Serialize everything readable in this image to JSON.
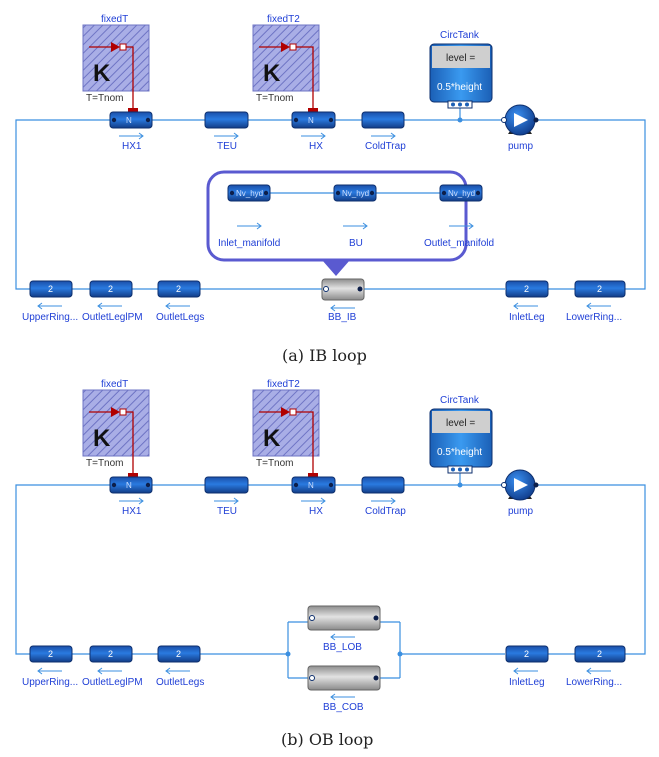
{
  "caption_a": "(a) IB loop",
  "caption_b": "(b) OB loop",
  "heat_sources": {
    "fixedT": "fixedT",
    "fixedT2": "fixedT2",
    "k_symbol": "K",
    "param": "T=Tnom"
  },
  "pipe_inner_n": "N",
  "tank": {
    "name": "CircTank",
    "level_label": "level =",
    "level_value": "0.5*height"
  },
  "components_top": {
    "hx1": "HX1",
    "teu": "TEU",
    "hx": "HX",
    "coldtrap": "ColdTrap",
    "pump": "pump"
  },
  "components_bottom": {
    "upper_ring": "UpperRing...",
    "outlet_leg_lpm": "OutletLeglPM",
    "outlet_legs": "OutletLegs",
    "inlet_leg": "InletLeg",
    "lower_ring": "LowerRing...",
    "segments": "2"
  },
  "ib": {
    "bb": "BB_IB",
    "inlet_manifold": "Inlet_manifold",
    "bu": "BU",
    "outlet_manifold": "Outlet_manifold",
    "nv_hyd": "Nv_hyd"
  },
  "ob": {
    "bb_lob": "BB_LOB",
    "bb_cob": "BB_COB"
  }
}
